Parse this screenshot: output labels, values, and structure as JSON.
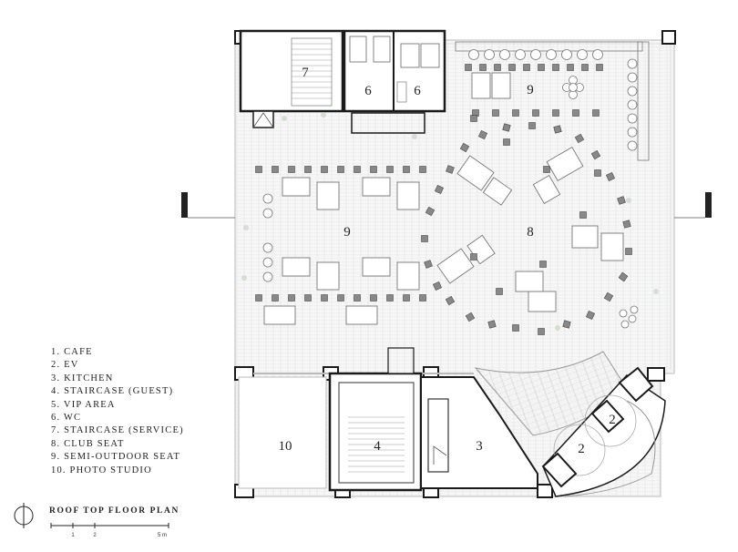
{
  "legend": [
    "1. CAFE",
    "2. EV",
    "3. KITCHEN",
    "4. STAIRCASE (GUEST)",
    "5. VIP AREA",
    "6. WC",
    "7. STAIRCASE (SERVICE)",
    "8. CLUB SEAT",
    "9. SEMI-OUTDOOR SEAT",
    "10. PHOTO STUDIO"
  ],
  "room_labels": {
    "staircase_service": "7",
    "wc_a": "6",
    "wc_b": "6",
    "semi_outdoor_top": "9",
    "semi_outdoor_left": "9",
    "club_seat": "8",
    "photo_studio": "10",
    "staircase_guest": "4",
    "kitchen": "3",
    "ev_a": "2",
    "ev_b": "2"
  },
  "title": "ROOF TOP FLOOR PLAN",
  "scale": {
    "tick_1": "1",
    "tick_2": "2",
    "tick_5": "5 m"
  },
  "colors": {
    "wall": "#1a1a1a",
    "hatch": "#cfcfcf",
    "floor": "#f4f4f4",
    "plant": "#c8d6c0"
  }
}
